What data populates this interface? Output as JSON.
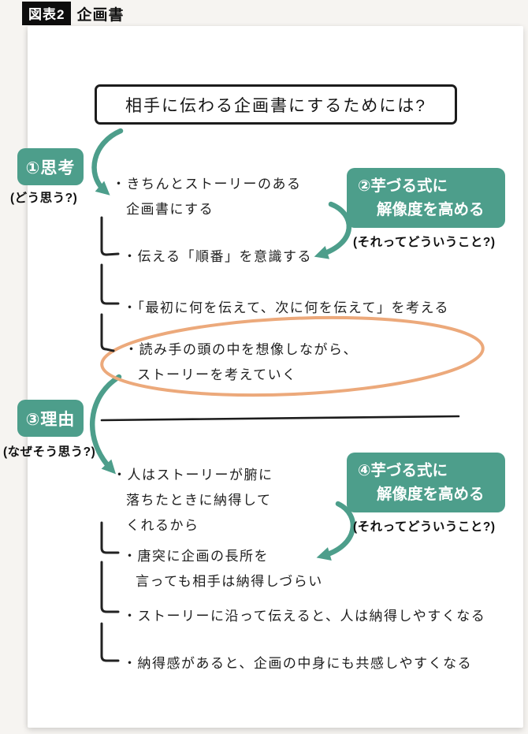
{
  "header": {
    "badge": "図表2",
    "title": "企画書"
  },
  "question_box": {
    "text": "相手に伝わる企画書にするためには?"
  },
  "labels": {
    "l1": {
      "tag": "①思考",
      "caption": "(どう思う?)"
    },
    "l2": {
      "line1": "②芋づる式に",
      "line2": "解像度を高める",
      "caption": "(それってどういうこと?)"
    },
    "l3": {
      "tag": "③理由",
      "caption": "(なぜそう思う?)"
    },
    "l4": {
      "line1": "④芋づる式に",
      "line2": "解像度を高める",
      "caption": "(それってどういうこと?)"
    }
  },
  "thought": {
    "main": [
      "・きちんとストーリーのある",
      "企画書にする"
    ],
    "children": [
      "・伝える「順番」を意識する",
      "・「最初に何を伝えて、次に何を伝えて」を考える",
      "・読み手の頭の中を想像しながら、",
      "ストーリーを考えていく"
    ]
  },
  "reason": {
    "main": [
      "・人はストーリーが腑に",
      "落ちたときに納得して",
      "くれるから"
    ],
    "children": [
      "・唐突に企画の長所を",
      "言っても相手は納得しづらい",
      "・ストーリーに沿って伝えると、人は納得しやすくなる",
      "・納得感があると、企画の中身にも共感しやすくなる"
    ]
  },
  "colors": {
    "teal": "#4D9E8B",
    "highlight_orange": "#ECA97B",
    "ink": "#1C1C1C"
  }
}
